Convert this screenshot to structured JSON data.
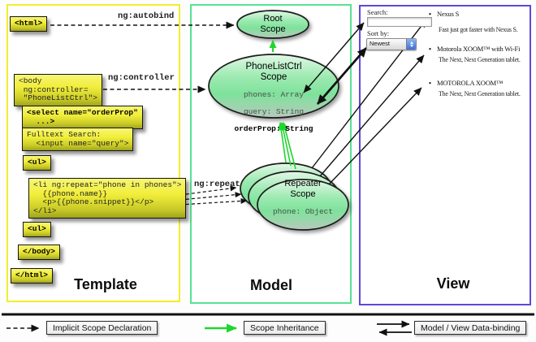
{
  "colors": {
    "template_border": "#f2ee2d",
    "model_border": "#57e293",
    "view_border": "#5a49da",
    "box_yellow": "#f1ee3b",
    "scope_green": "#8ce6a4",
    "arrow_green": "#1fd62f",
    "arrow_black": "#111111"
  },
  "panels": {
    "template": {
      "label": "Template"
    },
    "model": {
      "label": "Model"
    },
    "view": {
      "label": "View"
    }
  },
  "template": {
    "annotations": {
      "autobind": "ng:autobind",
      "controller": "ng:controller",
      "repeat": "ng:repeat"
    },
    "boxes": {
      "html_open": "<html>",
      "body_open": "<body\n ng:controller=\n \"PhoneListCtrl\">",
      "select": "<select name=\"orderProp\"\n  ...>",
      "fulltext": "Fulltext Search:\n  <input name=\"query\">",
      "ul_open": "<ul>",
      "li_repeat": "<li ng:repeat=\"phone in phones\">\n  {{phone.name}}\n  <p>{{phone.snippet}}</p>\n</li>",
      "ul_close": "<ul>",
      "body_close": "</body>",
      "html_close": "</html>"
    }
  },
  "model": {
    "root_scope": {
      "title": "Root\nScope"
    },
    "phonelist_scope": {
      "title": "PhoneListCtrl\nScope",
      "attr_phones": "phones: Array",
      "attr_query": "query: String",
      "attr_orderprop": "orderProp: String"
    },
    "repeater_scope": {
      "title": "Repeater\nScope",
      "attr_phone": "phone: Object"
    }
  },
  "view": {
    "search_label": "Search:",
    "search_value": "",
    "sort_label": "Sort by:",
    "sort_value": "Newest",
    "items": [
      {
        "title": "Nexus S",
        "desc": "Fast just got faster with Nexus S."
      },
      {
        "title": "Motorola XOOM™ with Wi-Fi",
        "desc": "The Next, Next Generation tablet."
      },
      {
        "title": "MOTOROLA XOOM™",
        "desc": "The Next, Next Generation tablet."
      }
    ]
  },
  "legend": {
    "implicit": "Implicit Scope Declaration",
    "inheritance": "Scope Inheritance",
    "binding": "Model / View Data-binding"
  }
}
